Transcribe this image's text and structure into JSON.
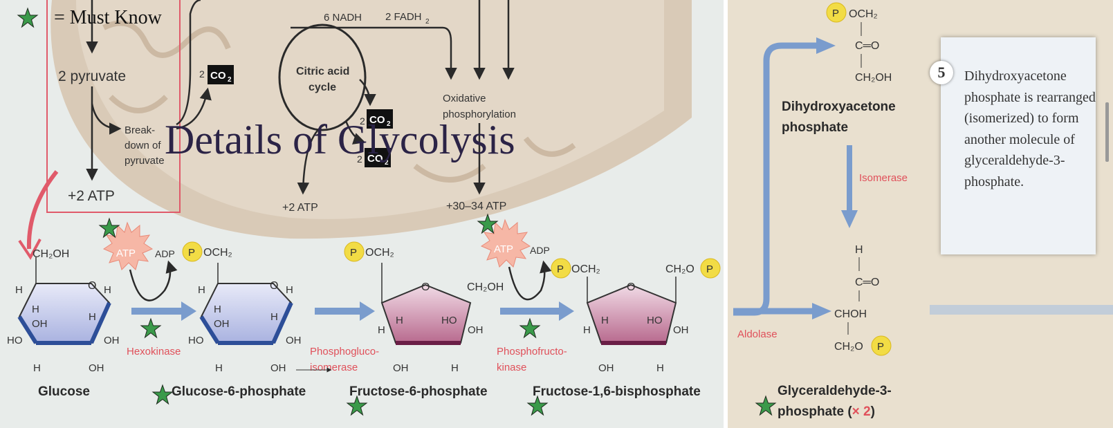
{
  "slide": {
    "title": "Details of Glycolysis",
    "legend": "= Must Know"
  },
  "overview": {
    "pyruvate": "2 pyruvate",
    "breakdown": [
      "Break-",
      "down of",
      "pyruvate"
    ],
    "atp_left": "+2 ATP",
    "co2_coef": "2",
    "co2": "CO",
    "co2_sub": "2",
    "cycle": [
      "Citric acid",
      "cycle"
    ],
    "nadh": "6 NADH",
    "fadh": "2 FADH",
    "fadh_sub": "2",
    "oxphos": [
      "Oxidative",
      "phosphorylation"
    ],
    "atp_mid": "+2 ATP",
    "atp_ox": "+30–34 ATP"
  },
  "pathway": {
    "molecules": [
      "Glucose",
      "Glucose-6-phosphate",
      "Fructose-6-phosphate",
      "Fructose-1,6-bisphosphate"
    ],
    "enzymes": {
      "hexokinase": "Hexokinase",
      "pgi": [
        "Phosphogluco-",
        "isomerase"
      ],
      "pfk": [
        "Phosphofructo-",
        "kinase"
      ]
    },
    "atp": "ATP",
    "adp": "ADP",
    "p": "P",
    "groups": {
      "ch2oh": "CH₂OH",
      "och2": "OCH₂",
      "ch2o": "CH₂O",
      "oh": "OH",
      "h": "H",
      "ho": "HO",
      "o": "O"
    }
  },
  "right_panel": {
    "dhap_name": [
      "Dihydroxyacetone",
      "phosphate"
    ],
    "isomerase": "Isomerase",
    "aldolase": "Aldolase",
    "g3p_name": [
      "Glyceraldehyde-3-",
      "phosphate (",
      "× 2",
      ")"
    ],
    "dhap_atoms": [
      "OCH₂",
      "C═O",
      "CH₂OH"
    ],
    "g3p_atoms": [
      "H",
      "C═O",
      "CHOH",
      "CH₂O"
    ],
    "step_number": "5",
    "step_text": "Dihydroxyacetone phosphate is rearranged (isomerized) to form another molecule of glyceraldehyde-3-phosphate."
  },
  "colors": {
    "star": "#3a9a4a",
    "arrow_blue": "#7a9ccd",
    "enzyme_red": "#e0505a",
    "glucose_fill": "#b8bfe6",
    "fructose_fill": "#c9809f",
    "phosphate_yellow": "#f2dc45"
  }
}
